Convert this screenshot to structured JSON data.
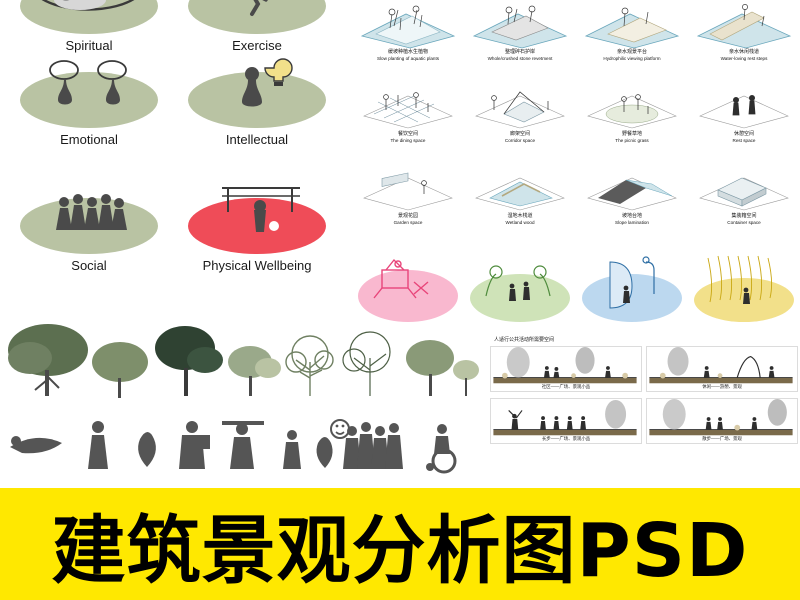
{
  "banner": {
    "text": "建筑景观分析图PSD",
    "background": "#ffe800",
    "text_color": "#000000"
  },
  "wellbeing": {
    "title": "Wellbeing icon set",
    "ellipse_color": "#b9c3a3",
    "highlight_color": "#ef4c58",
    "items": [
      {
        "label": "Spiritual",
        "icon": "hammock-icon",
        "color": "#b9c3a3"
      },
      {
        "label": "Exercise",
        "icon": "runner-icon",
        "color": "#b9c3a3"
      },
      {
        "label": "Emotional",
        "icon": "two-figures-icon",
        "color": "#b9c3a3"
      },
      {
        "label": "Intellectual",
        "icon": "lightbulb-figure-icon",
        "color": "#b9c3a3"
      },
      {
        "label": "Social",
        "icon": "group-figures-icon",
        "color": "#b9c3a3"
      },
      {
        "label": "Physical Wellbeing",
        "icon": "pull-up-bar-icon",
        "color": "#ef4c58"
      }
    ]
  },
  "trees": {
    "name": "tree-silhouette-row",
    "count": 8,
    "colors": [
      "#5c6f50",
      "#7e8f6b",
      "#2f4232",
      "#9aa98a",
      "#b9c3a3",
      "#6f8062",
      "#8a9a78",
      "#4e6046"
    ]
  },
  "people": {
    "name": "people-silhouette-row",
    "count": 9,
    "color": "#555555"
  },
  "axonometric": {
    "cells": [
      {
        "cn": "缓坡种植水生植物",
        "en": "Slow planting of aquatic plants"
      },
      {
        "cn": "整理碎石护岸",
        "en": "Whole/crushed stone revetment"
      },
      {
        "cn": "亲水观景平台",
        "en": "Hydrophilic viewing platform"
      },
      {
        "cn": "亲水休闲栈道",
        "en": "Water-loving rest steps"
      },
      {
        "cn": "餐饮空间",
        "en": "The dining space"
      },
      {
        "cn": "廊架空间",
        "en": "Corridor space"
      },
      {
        "cn": "野餐草地",
        "en": "The picnic grass"
      },
      {
        "cn": "休憩空间",
        "en": "Rest space"
      },
      {
        "cn": "景观花园",
        "en": "Garden space"
      },
      {
        "cn": "湿地木栈道",
        "en": "Wetland wood"
      },
      {
        "cn": "坡地台地",
        "en": "Slope lamination"
      },
      {
        "cn": "集装箱空间",
        "en": "Container space"
      }
    ]
  },
  "blobs": {
    "cells": [
      {
        "name": "playground-blob",
        "color": "#f9b8cf",
        "accent": "#e8457a"
      },
      {
        "name": "green-activity-blob",
        "color": "#cfe3b8",
        "accent": "#4e8b3c"
      },
      {
        "name": "water-activity-blob",
        "color": "#bcd8ef",
        "accent": "#2f6fa5"
      },
      {
        "name": "willow-blob",
        "color": "#f2e08a",
        "accent": "#c9a712"
      }
    ]
  },
  "sections": {
    "title": "人适行公共活动所需要空间",
    "cells": [
      {
        "caption": "社区——广场、景观小品"
      },
      {
        "caption": "休闲——游憩、景观"
      },
      {
        "caption": "长步——广场、景观小品"
      },
      {
        "caption": "散步——广场、景观"
      }
    ]
  }
}
